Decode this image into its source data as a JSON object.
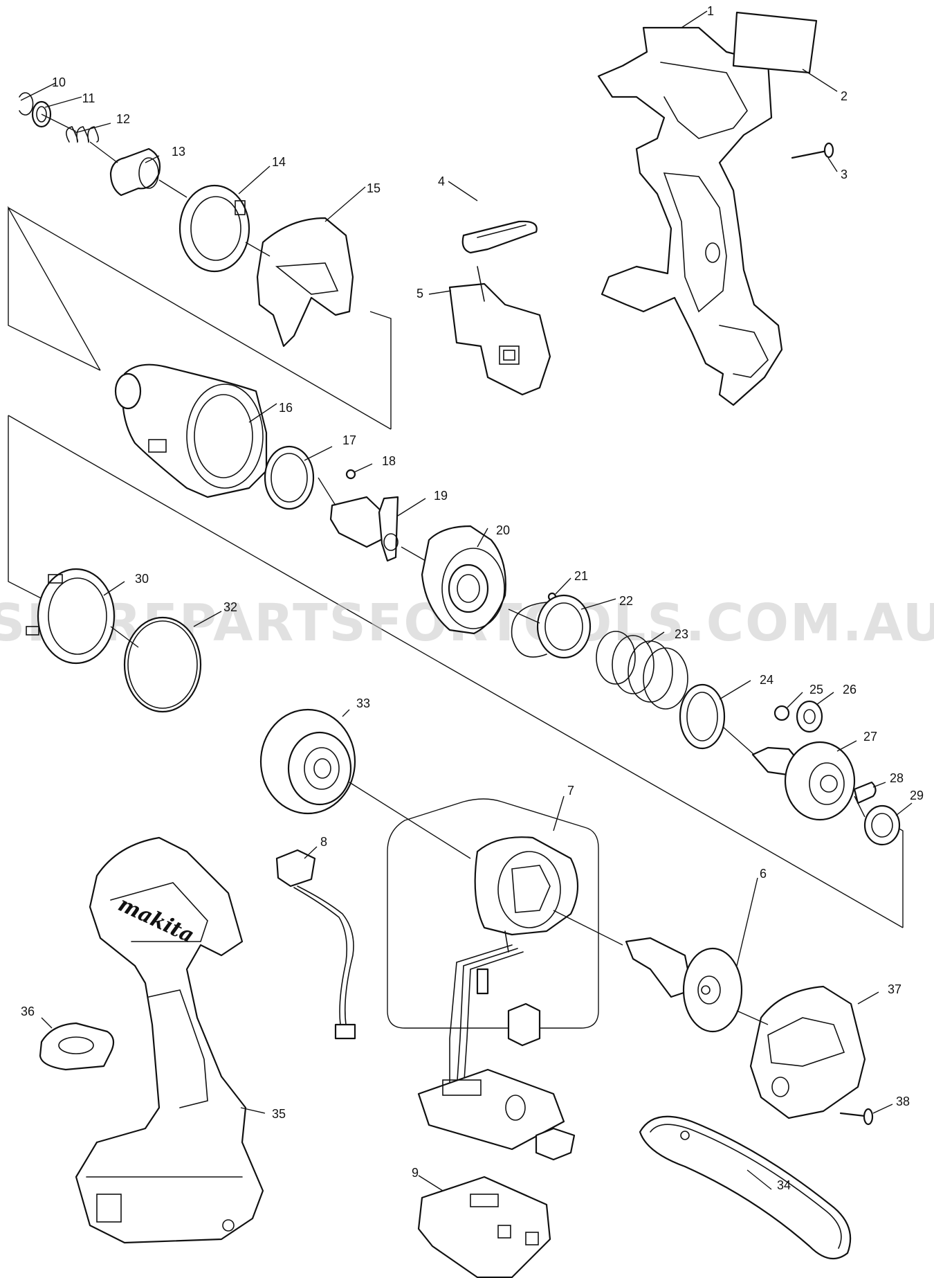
{
  "parts": [
    {
      "id": "part-1",
      "label": "1"
    },
    {
      "id": "part-2",
      "label": "2"
    },
    {
      "id": "part-3",
      "label": "3"
    },
    {
      "id": "part-4",
      "label": "4"
    },
    {
      "id": "part-5",
      "label": "5"
    },
    {
      "id": "part-6",
      "label": "6"
    },
    {
      "id": "part-7",
      "label": "7"
    },
    {
      "id": "part-8",
      "label": "8"
    },
    {
      "id": "part-9",
      "label": "9"
    },
    {
      "id": "part-10",
      "label": "10"
    },
    {
      "id": "part-11",
      "label": "11"
    },
    {
      "id": "part-12",
      "label": "12"
    },
    {
      "id": "part-13",
      "label": "13"
    },
    {
      "id": "part-14",
      "label": "14"
    },
    {
      "id": "part-15",
      "label": "15"
    },
    {
      "id": "part-16",
      "label": "16"
    },
    {
      "id": "part-17",
      "label": "17"
    },
    {
      "id": "part-18",
      "label": "18"
    },
    {
      "id": "part-19",
      "label": "19"
    },
    {
      "id": "part-20",
      "label": "20"
    },
    {
      "id": "part-21",
      "label": "21"
    },
    {
      "id": "part-22",
      "label": "22"
    },
    {
      "id": "part-23",
      "label": "23"
    },
    {
      "id": "part-24",
      "label": "24"
    },
    {
      "id": "part-25",
      "label": "25"
    },
    {
      "id": "part-26",
      "label": "26"
    },
    {
      "id": "part-27",
      "label": "27"
    },
    {
      "id": "part-28",
      "label": "28"
    },
    {
      "id": "part-29",
      "label": "29"
    },
    {
      "id": "part-30",
      "label": "30"
    },
    {
      "id": "part-32",
      "label": "32"
    },
    {
      "id": "part-33",
      "label": "33"
    },
    {
      "id": "part-34",
      "label": "34"
    },
    {
      "id": "part-35",
      "label": "35"
    },
    {
      "id": "part-36",
      "label": "36"
    },
    {
      "id": "part-37",
      "label": "37"
    },
    {
      "id": "part-38",
      "label": "38"
    }
  ],
  "watermark": "SPAREPARTSFORTOOLS.COM.AU",
  "brand_logo": "makita",
  "colors": {
    "line": "#111111",
    "background": "#ffffff",
    "watermark": "#c9c9c9"
  }
}
